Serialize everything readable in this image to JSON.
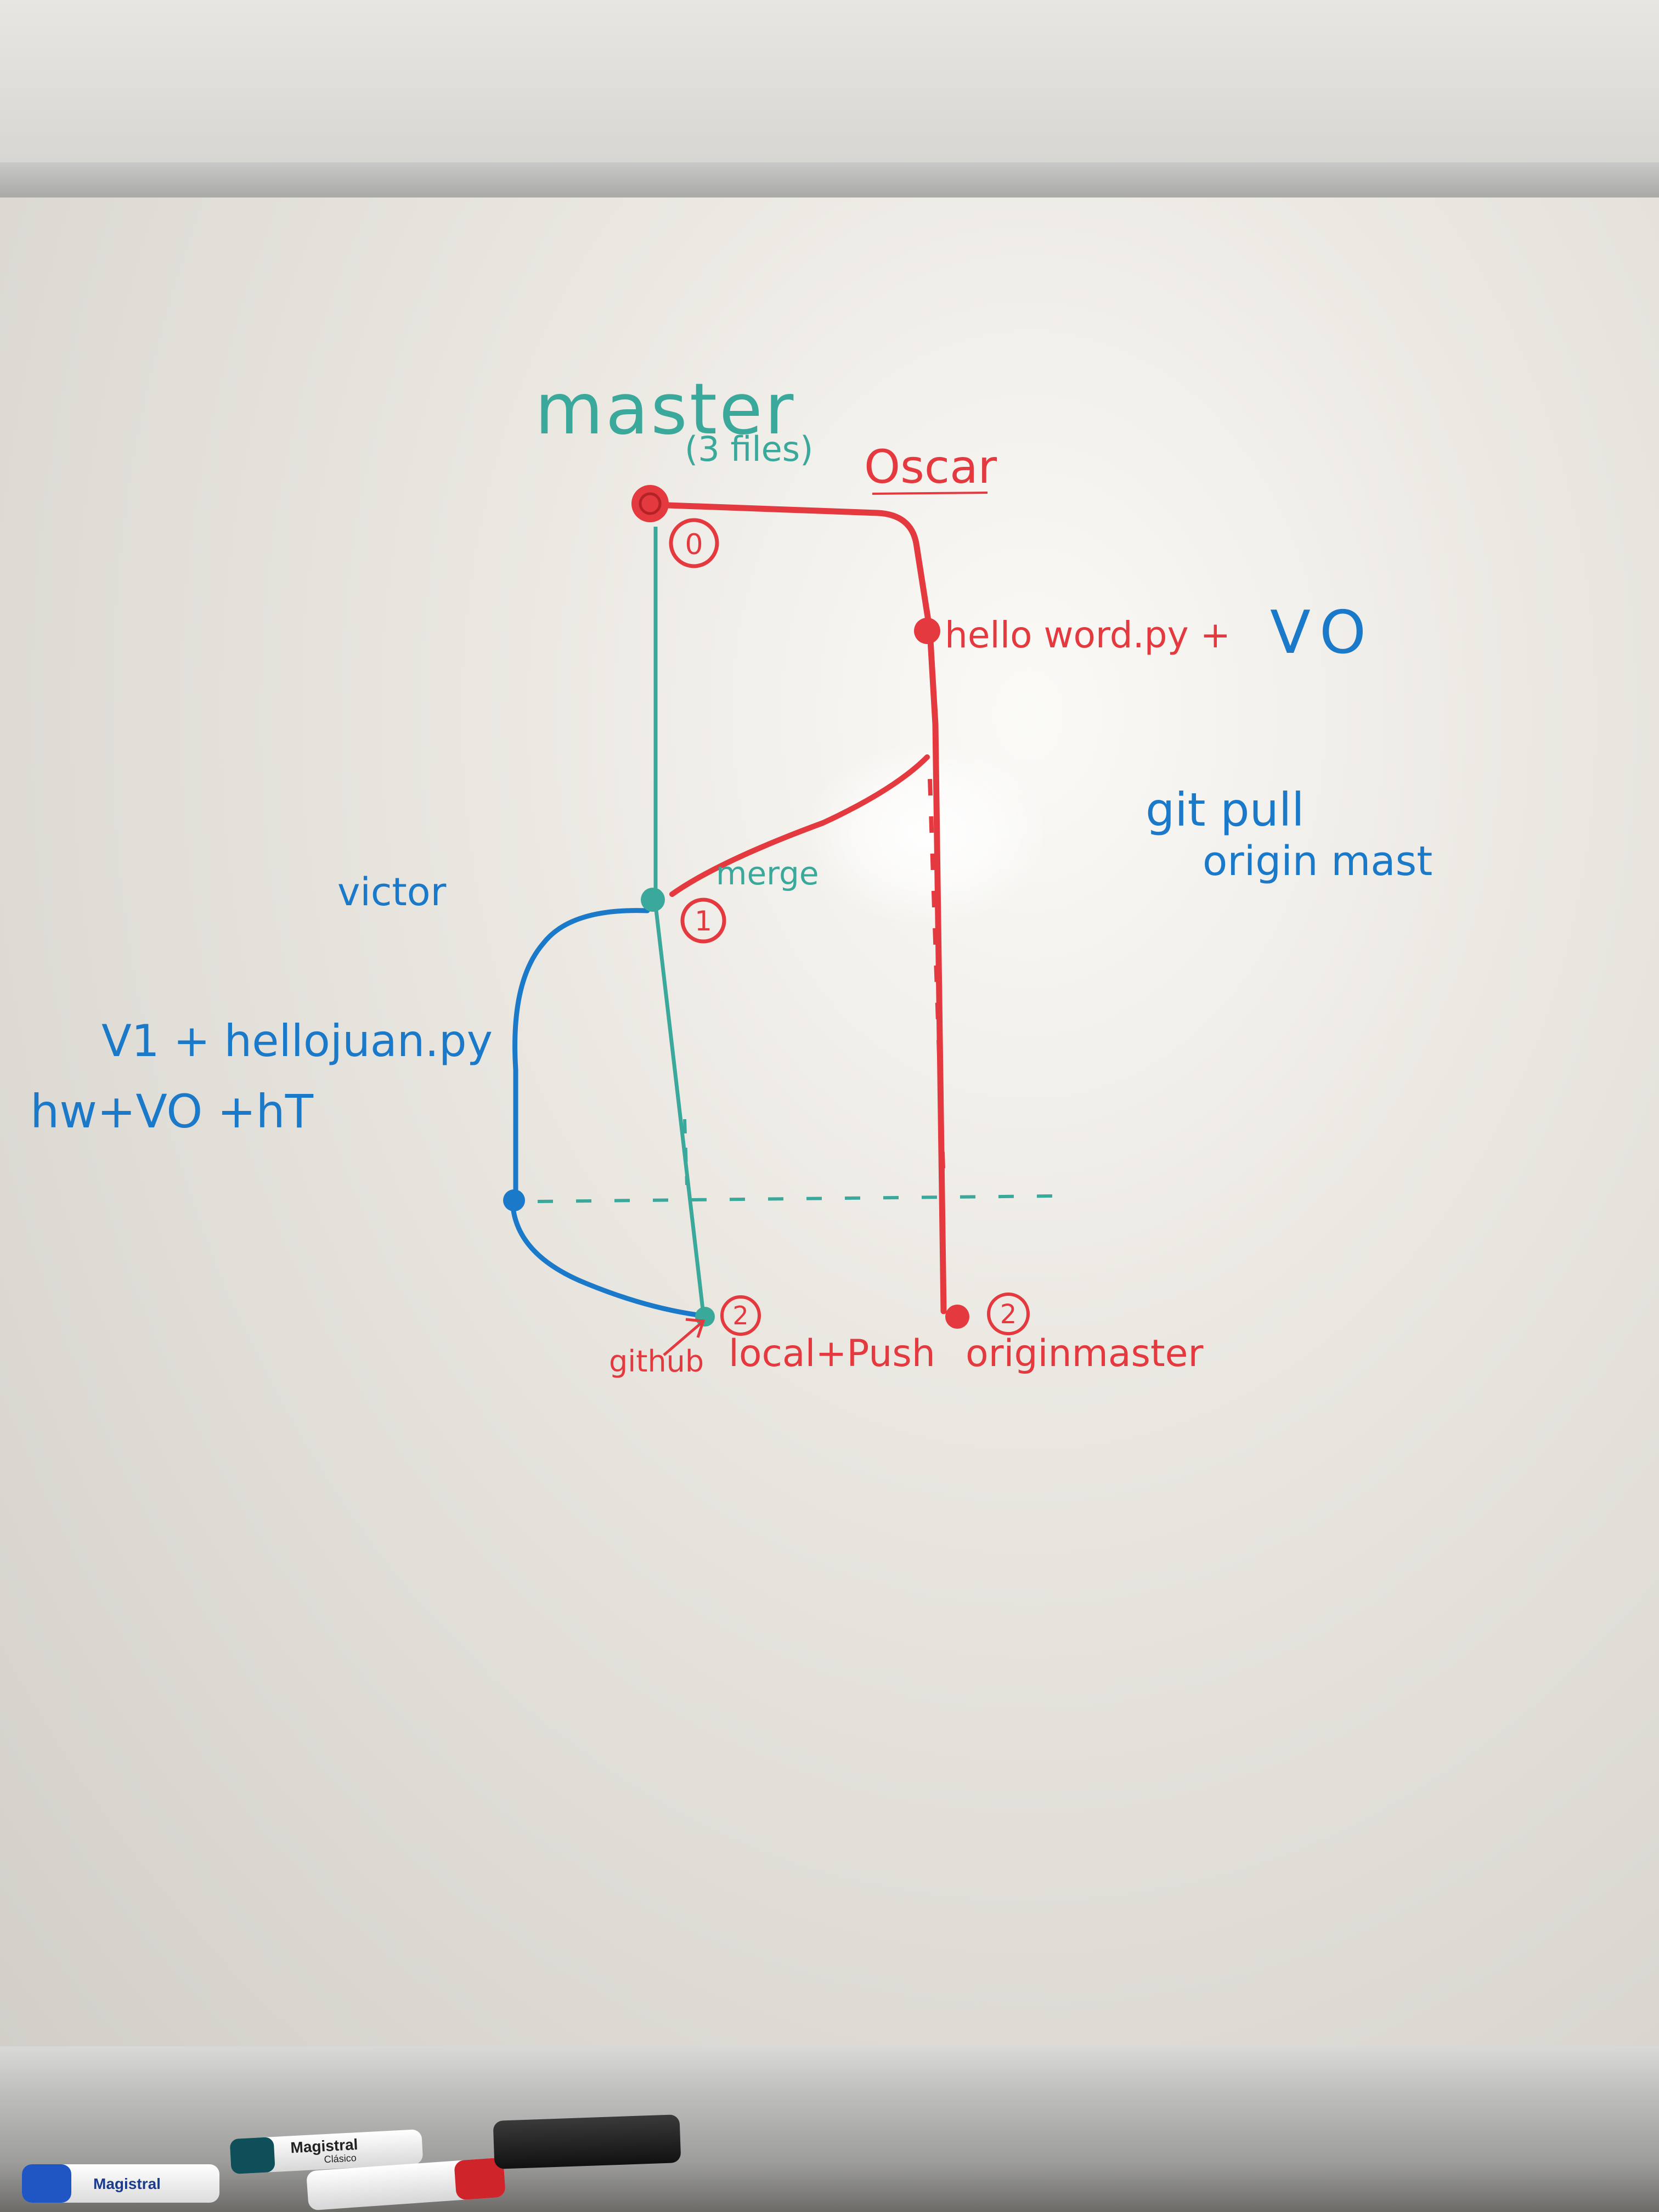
{
  "colors": {
    "red": "#e3393f",
    "teal": "#3aa89a",
    "blue": "#1b79c9"
  },
  "labels": {
    "master": "master",
    "three_files": "(3 files)",
    "oscar": "Oscar",
    "hello_world_commit": "hello word.py + ",
    "v0": "VO",
    "git_pull_line1": "git pull",
    "git_pull_line2": "origin mast",
    "victor": "victor",
    "merge": "merge",
    "v1_note": "V1 + hellojuan.py",
    "hw_note": "hw+VO +hT",
    "github": "github",
    "local_push": "local+Push",
    "origin_master": "originmaster",
    "step_0": "0",
    "step_1": "1",
    "step_2a": "2",
    "step_2b": "2"
  },
  "markers": {
    "marker_1": "Magistral",
    "marker_2": "Magistral",
    "marker_2_sub": "Clásico"
  }
}
